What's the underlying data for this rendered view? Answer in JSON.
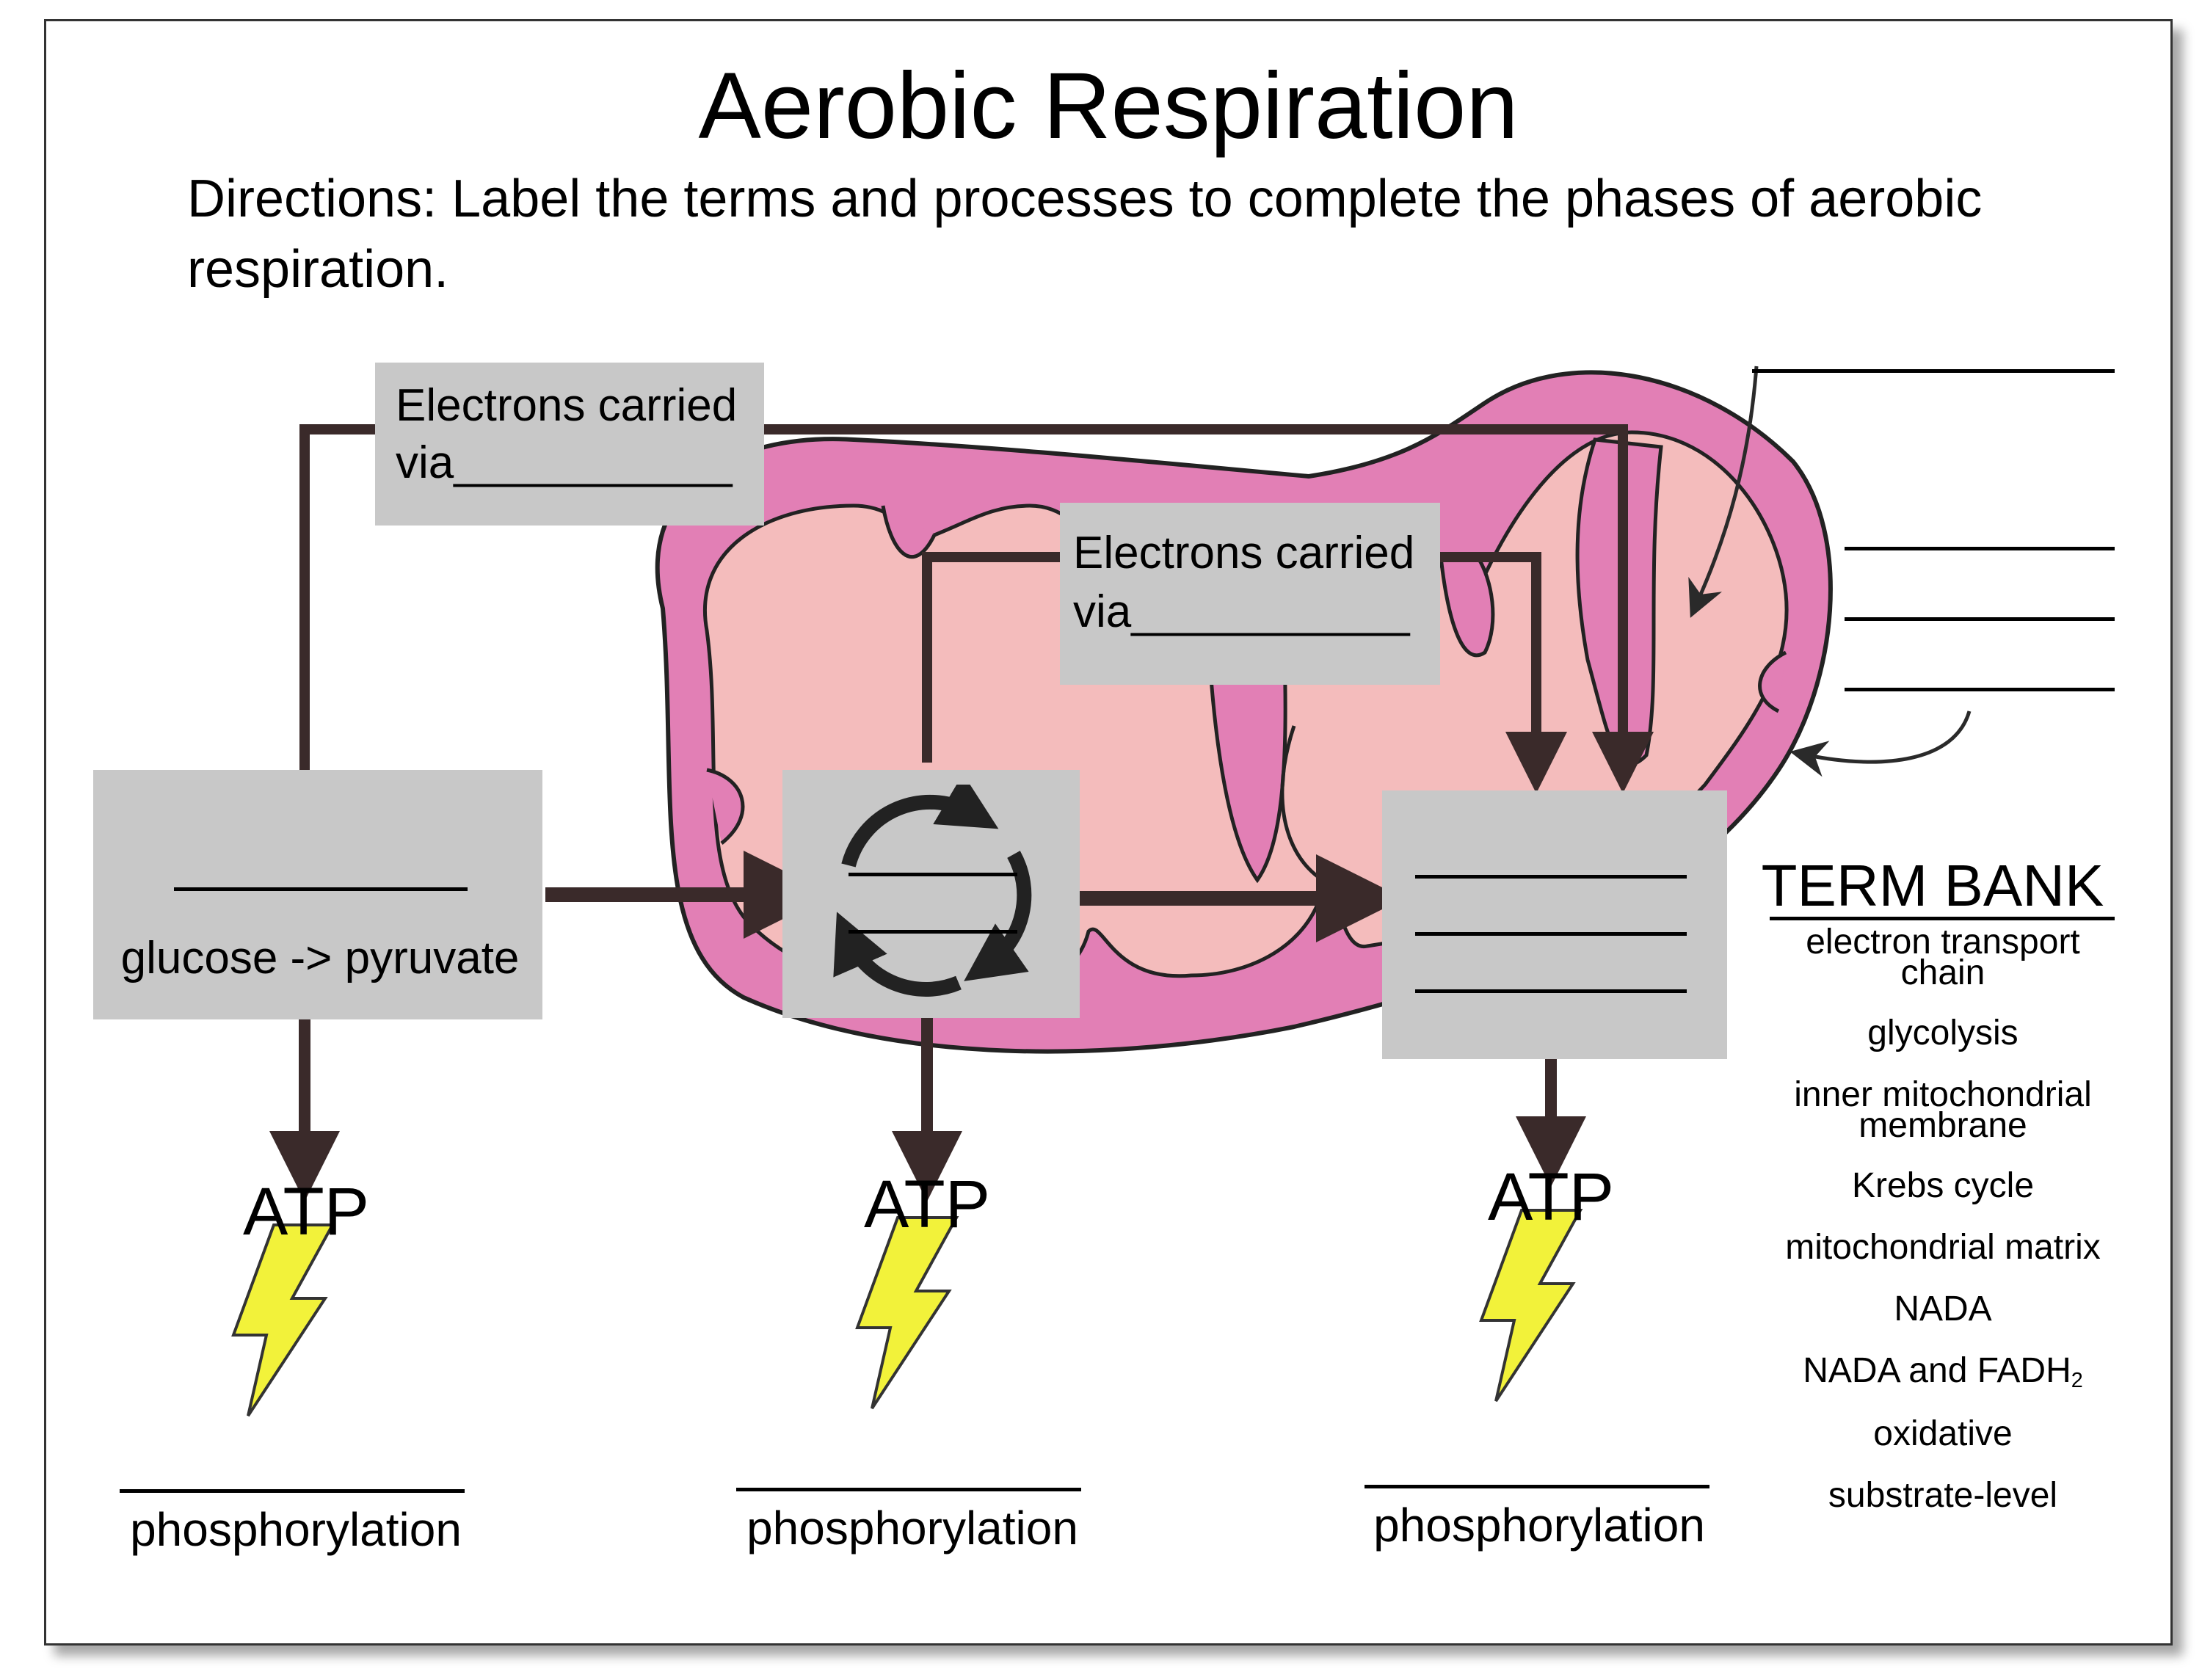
{
  "title": "Aerobic Respiration",
  "directions": "Directions: Label the terms and processes to complete the phases of aerobic respiration.",
  "boxes": {
    "electrons_top": {
      "line1": "Electrons carried",
      "line2": "via___________"
    },
    "electrons_mid": {
      "line1": "Electrons carried",
      "line2": "via___________"
    },
    "glycolysis_box": {
      "label": "glucose -> pyruvate"
    }
  },
  "atp_labels": [
    "ATP",
    "ATP",
    "ATP"
  ],
  "phosphorylation_labels": [
    "phosphorylation",
    "phosphorylation",
    "phosphorylation"
  ],
  "term_bank": {
    "title": "TERM BANK",
    "terms": [
      "electron transport chain",
      "glycolysis",
      "inner mitochondrial membrane",
      "Krebs cycle",
      "mitochondrial matrix",
      "NADA",
      "NADA and FADH",
      "oxidative",
      "substrate-level"
    ],
    "subscript": "2"
  },
  "colors": {
    "membrane_outer": "#e27fb5",
    "matrix_fill": "#f4bcbc",
    "intermembrane": "#f7d2cf",
    "box_gray": "#c8c8c8",
    "arrow": "#3a2a2a",
    "lightning": "#f2f23a"
  }
}
